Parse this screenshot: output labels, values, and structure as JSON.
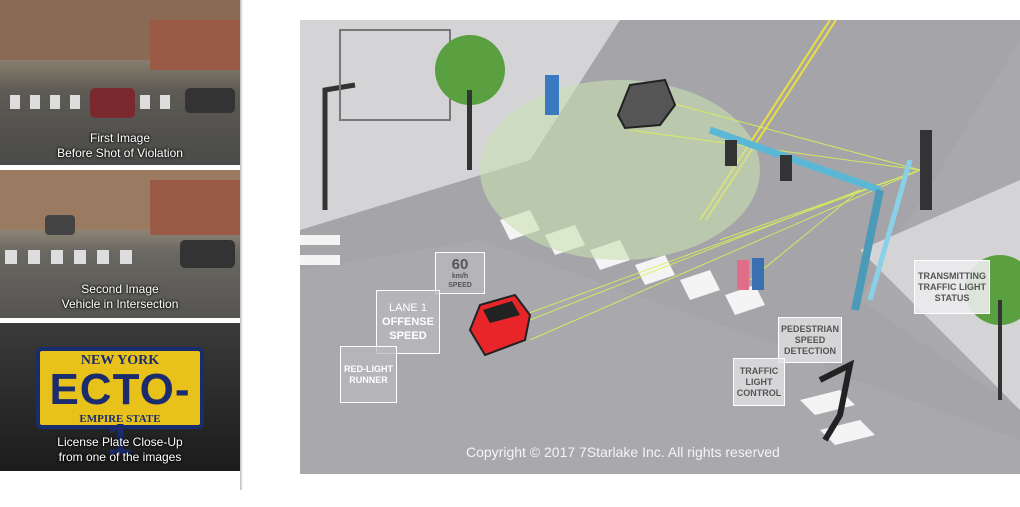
{
  "photos": [
    {
      "caption_line1": "First Image",
      "caption_line2": "Before Shot of Violation"
    },
    {
      "caption_line1": "Second Image",
      "caption_line2": "Vehicle in Intersection"
    },
    {
      "caption_line1": "License Plate Close-Up",
      "caption_line2": "from one of the images",
      "plate": {
        "state": "NEW YORK",
        "number": "ECTO-1",
        "slogan": "EMPIRE STATE"
      }
    }
  ],
  "diagram": {
    "labels": {
      "speed_value": "60",
      "speed_unit": "km/h",
      "speed_word": "SPEED",
      "lane": "LANE 1",
      "offense": "OFFENSE",
      "offense_speed": "SPEED",
      "red_light_1": "RED-LIGHT",
      "red_light_2": "RUNNER",
      "ped_1": "PEDESTRIAN",
      "ped_2": "SPEED",
      "ped_3": "DETECTION",
      "tlc_1": "TRAFFIC",
      "tlc_2": "LIGHT",
      "tlc_3": "CONTROL",
      "tx_1": "TRANSMITTING",
      "tx_2": "TRAFFIC LIGHT",
      "tx_3": "STATUS"
    },
    "copyright": "Copyright © 2017 7Starlake Inc. All rights reserved",
    "colors": {
      "road": "#a9a9ad",
      "sidewalk": "#d4d4d6",
      "beam": "#d8ef5a",
      "car": "#e8262a",
      "pole": "#5ab8d6"
    }
  }
}
